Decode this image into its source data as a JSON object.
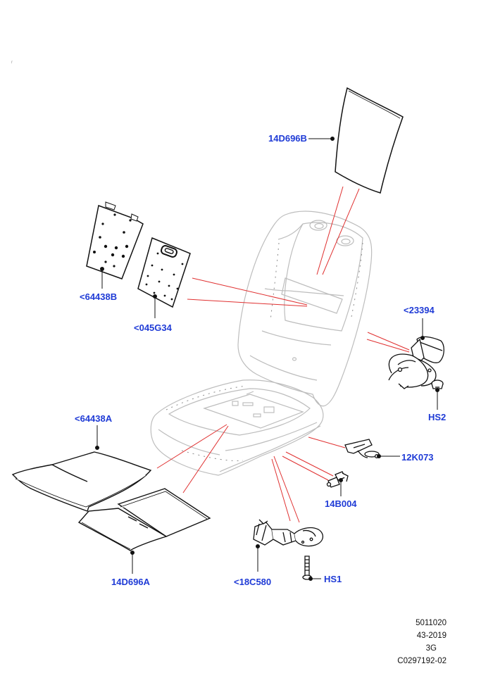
{
  "colors": {
    "callout": "#1f3bd6",
    "leader": "#e03030",
    "seat_outline": "#bdbdbd",
    "part": "#111111"
  },
  "callouts": [
    {
      "id": "14d696b",
      "text": "14D696B"
    },
    {
      "id": "64438b",
      "text": "<64438B"
    },
    {
      "id": "045g34",
      "text": "<045G34"
    },
    {
      "id": "23394",
      "text": "<23394"
    },
    {
      "id": "hs2",
      "text": "HS2"
    },
    {
      "id": "64438a",
      "text": "<64438A"
    },
    {
      "id": "12k073",
      "text": "12K073"
    },
    {
      "id": "14b004",
      "text": "14B004"
    },
    {
      "id": "14d696a",
      "text": "14D696A"
    },
    {
      "id": "18c580",
      "text": "<18C580"
    },
    {
      "id": "hs1",
      "text": "HS1"
    }
  ],
  "footer": {
    "line1": "5011020",
    "line2": "43-2019",
    "line3": "3G",
    "line4": "C0297192-02"
  }
}
